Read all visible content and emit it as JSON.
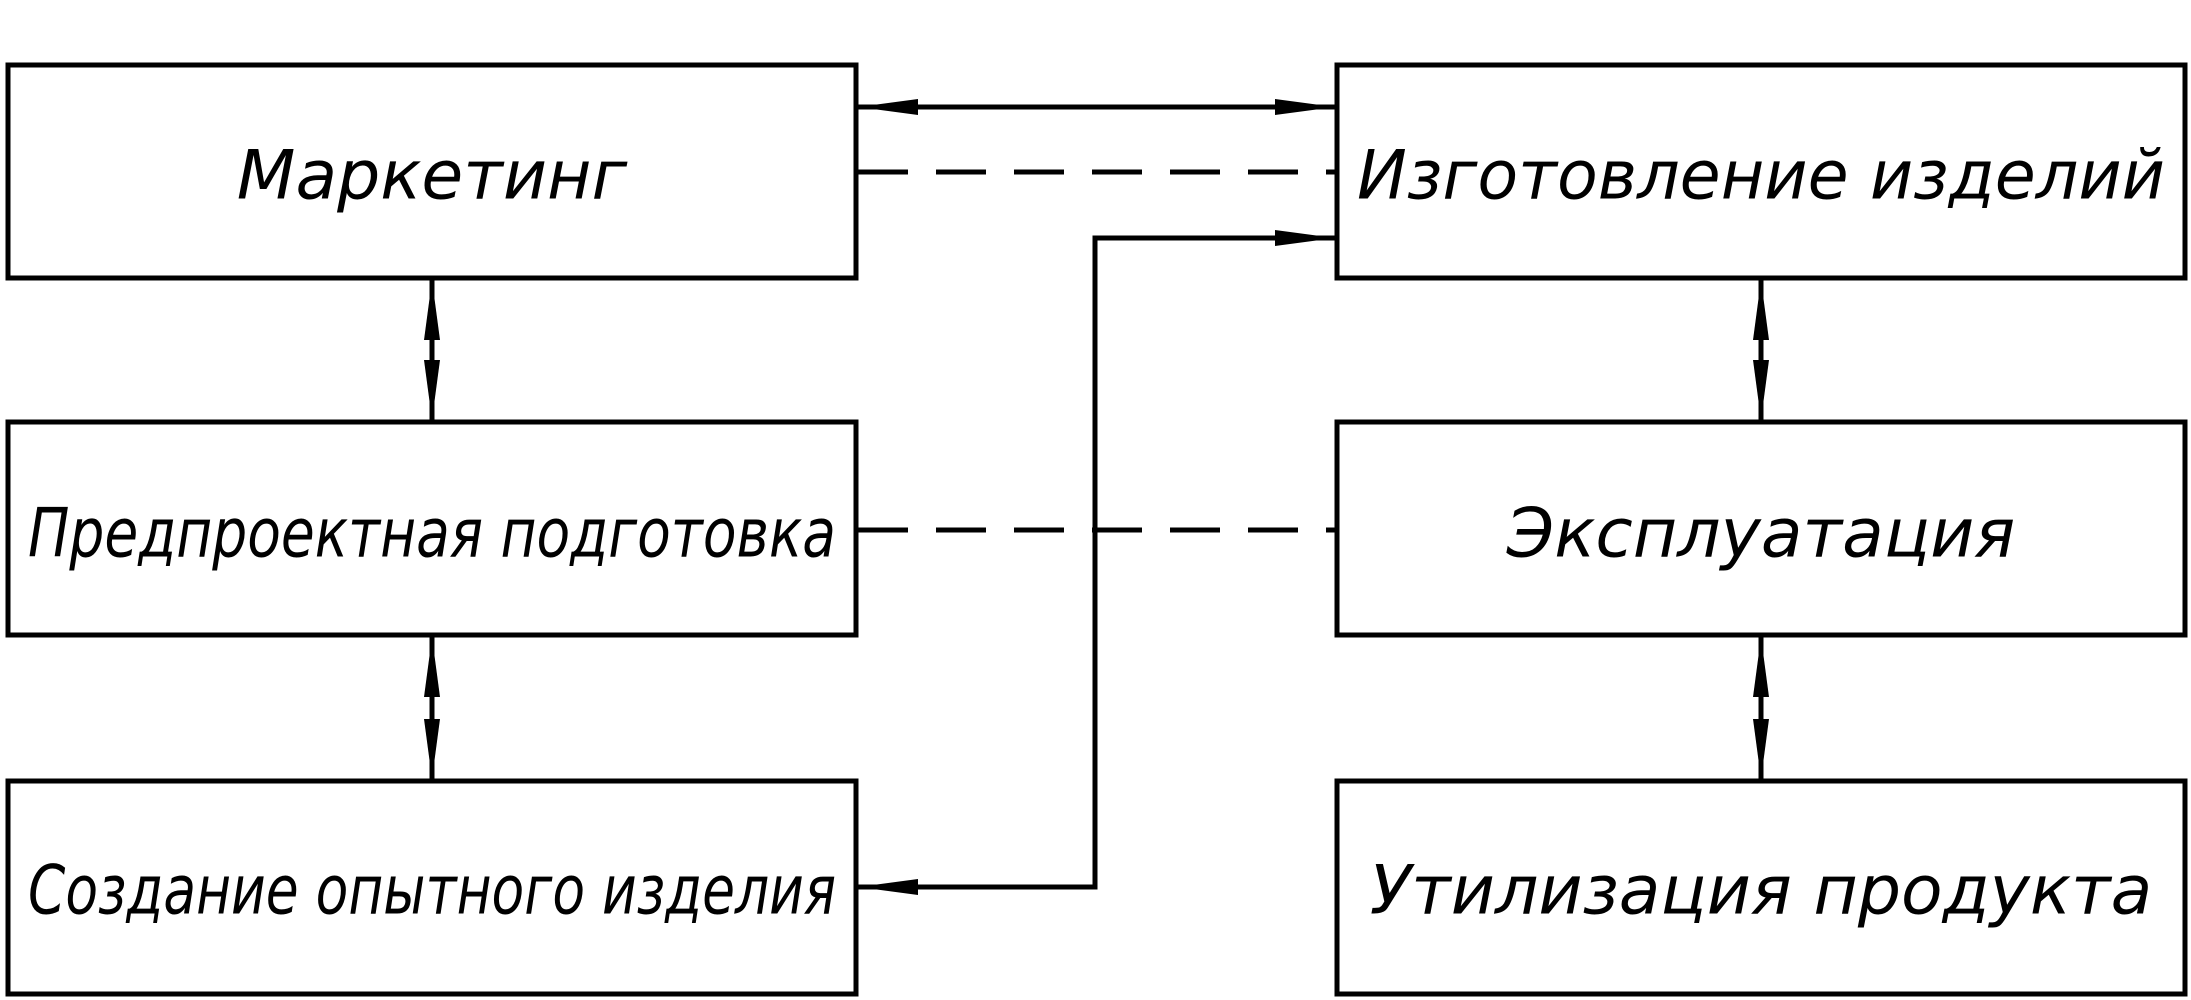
{
  "boxes": {
    "marketing": "Маркетинг",
    "preproject": "Предпроектная подготовка",
    "prototype": "Создание опытного изделия",
    "manufacturing": "Изготовление изделий",
    "operation": "Эксплуатация",
    "disposal": "Утилизация продукта"
  },
  "colors": {
    "stroke": "#000000",
    "background": "#ffffff"
  }
}
